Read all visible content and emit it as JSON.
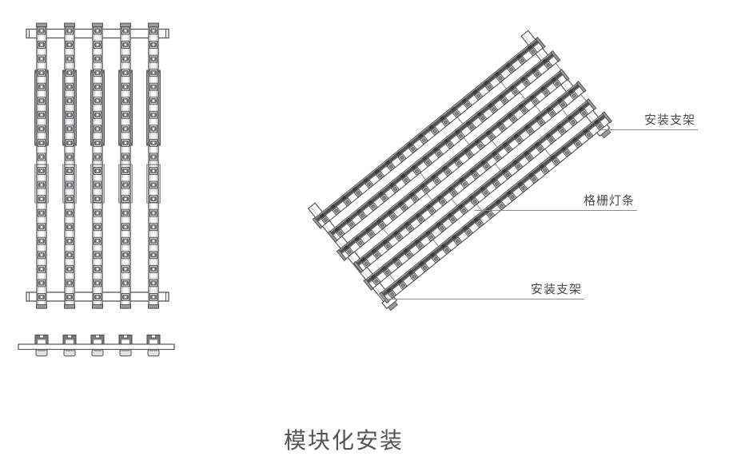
{
  "page": {
    "title": "模块化安装",
    "background": "#ffffff"
  },
  "labels": {
    "bracket_top": "安装支架",
    "light_strip": "格栅灯条",
    "bracket_bottom": "安装支架"
  },
  "colors": {
    "line": "#58585b",
    "dark": "#4a4a4d",
    "mid": "#8a8a8d",
    "rail": "#a3a3a6",
    "rail_light": "#cfcfd1",
    "cap": "#9a9a9d",
    "band": "#5d5d60",
    "hatch": "#3b3b3e",
    "label_text": "#4c4c4e",
    "title_text": "#565454"
  },
  "front_view": {
    "strip_count": 5,
    "modules_per_strip": 20,
    "mounting_bars": 2
  },
  "end_view": {
    "clamp_count": 5
  },
  "iso_view": {
    "strip_count": 6,
    "modules_per_strip": 20,
    "rotation_deg": -39,
    "mounting_bars": 2
  }
}
